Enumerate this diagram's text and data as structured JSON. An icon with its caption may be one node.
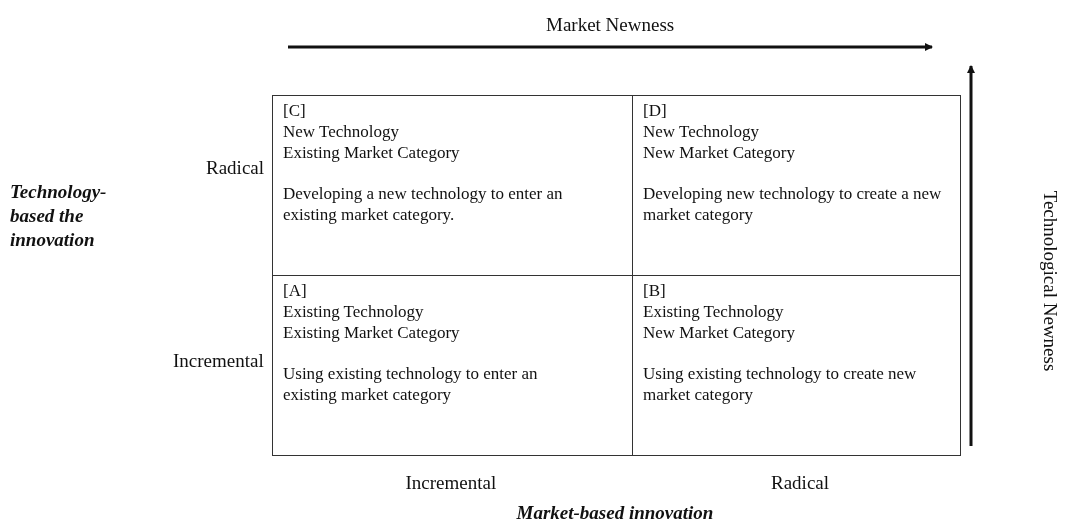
{
  "diagram": {
    "nodes": [
      {
        "text": [
          "[C]",
          "New Technology",
          "Existing Market Category",
          "Developing a new technology to enter an existing market category."
        ]
      },
      {
        "text": [
          "[D]",
          "New Technology",
          "New Market Category",
          "Developing new technology to create a new market category"
        ]
      },
      {
        "text": [
          "[A]",
          "Existing Technology",
          "Existing Market Category",
          "Using existing technology to enter an existing market category"
        ]
      },
      {
        "text": [
          "[B]",
          "Existing Technology",
          "New Market Category",
          "Using existing technology to create new market category"
        ]
      }
    ],
    "labels": [
      "Market Newness",
      "Radical",
      "Technology-based the innovation",
      "Technological Newness",
      "Incremental",
      "Incremental",
      "Radical",
      "Market-based innovation"
    ]
  }
}
